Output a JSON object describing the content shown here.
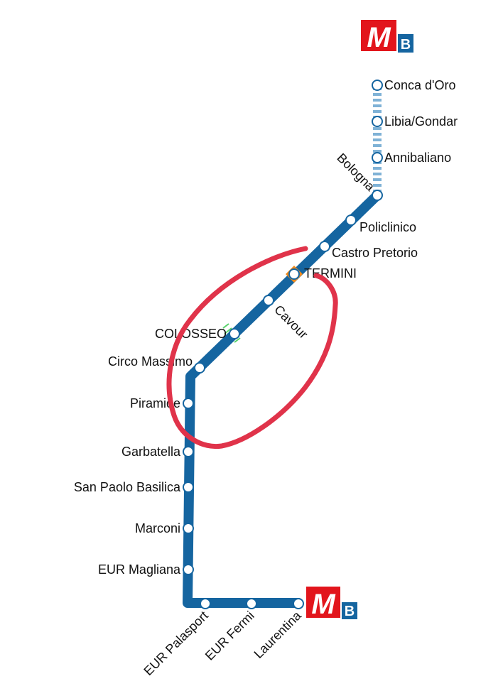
{
  "line": {
    "logo_letter": "M",
    "line_letter": "B",
    "color": "#1565a0",
    "branch_color": "#7fb2d6",
    "logo_red": "#e2151c",
    "logo_blue": "#1565a0"
  },
  "stations": {
    "conca_doro": "Conca d'Oro",
    "libia_gondar": "Libia/Gondar",
    "annibaliano": "Annibaliano",
    "bologna": "Bologna",
    "policlinico": "Policlinico",
    "castro_pretorio": "Castro Pretorio",
    "termini": "TERMINI",
    "cavour": "Cavour",
    "colosseo": "COLOSSEO",
    "circo_massimo": "Circo Massimo",
    "piramide": "Piramide",
    "garbatella": "Garbatella",
    "san_paolo_basilica": "San Paolo Basilica",
    "marconi": "Marconi",
    "eur_magliana": "EUR Magliana",
    "eur_palasport": "EUR Palasport",
    "eur_fermi": "EUR Fermi",
    "laurentina": "Laurentina"
  },
  "annotation": {
    "highlight_color": "#e0334a"
  }
}
